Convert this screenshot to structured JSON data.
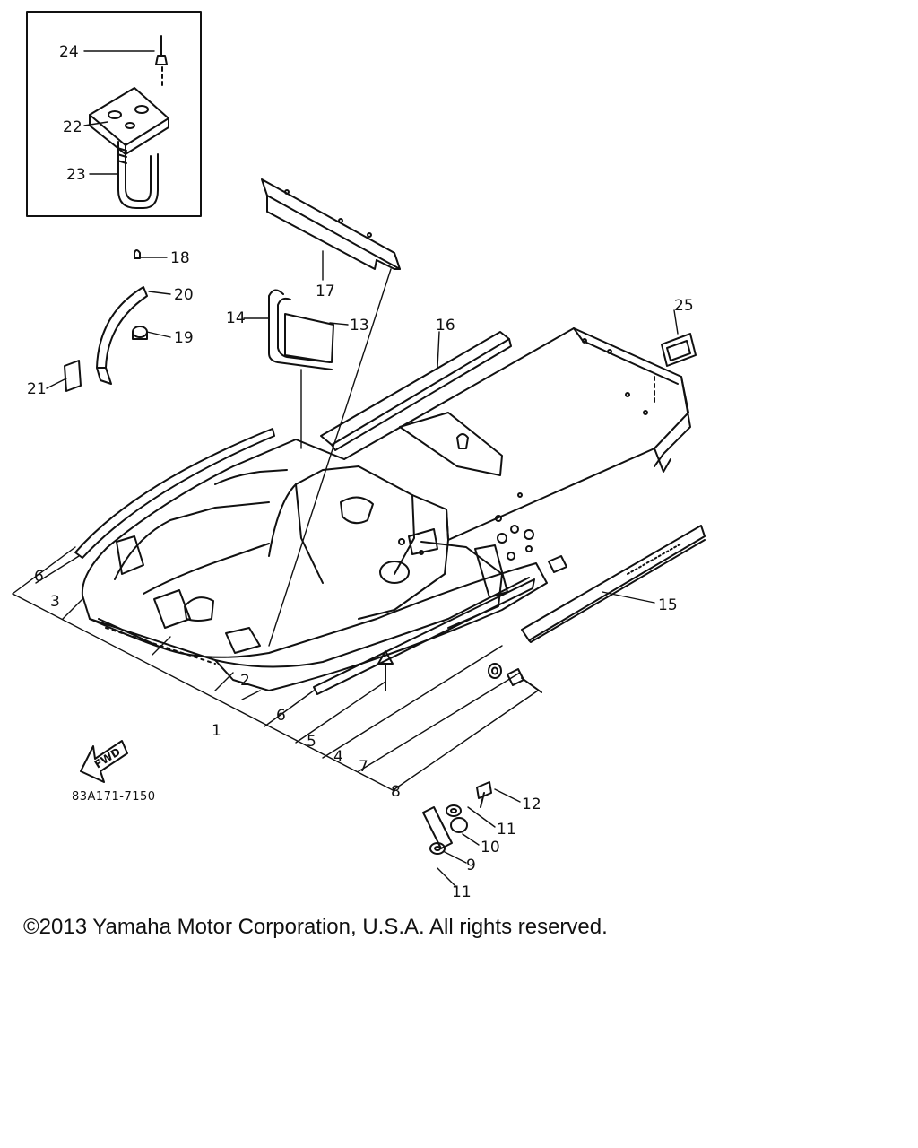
{
  "diagram": {
    "part_code": "83A171-7150",
    "fwd_label": "FWD",
    "callouts": {
      "c1": "1",
      "c2": "2",
      "c3": "3",
      "c4": "4",
      "c5": "5",
      "c6a": "6",
      "c6b": "6",
      "c7": "7",
      "c8": "8",
      "c9": "9",
      "c10": "10",
      "c11a": "11",
      "c11b": "11",
      "c12": "12",
      "c13": "13",
      "c14": "14",
      "c15": "15",
      "c16": "16",
      "c17": "17",
      "c18": "18",
      "c19": "19",
      "c20": "20",
      "c21": "21",
      "c22": "22",
      "c23": "23",
      "c24": "24",
      "c25": "25"
    }
  },
  "footer": {
    "copyright": "©2013 Yamaha Motor Corporation, U.S.A. All rights reserved."
  }
}
